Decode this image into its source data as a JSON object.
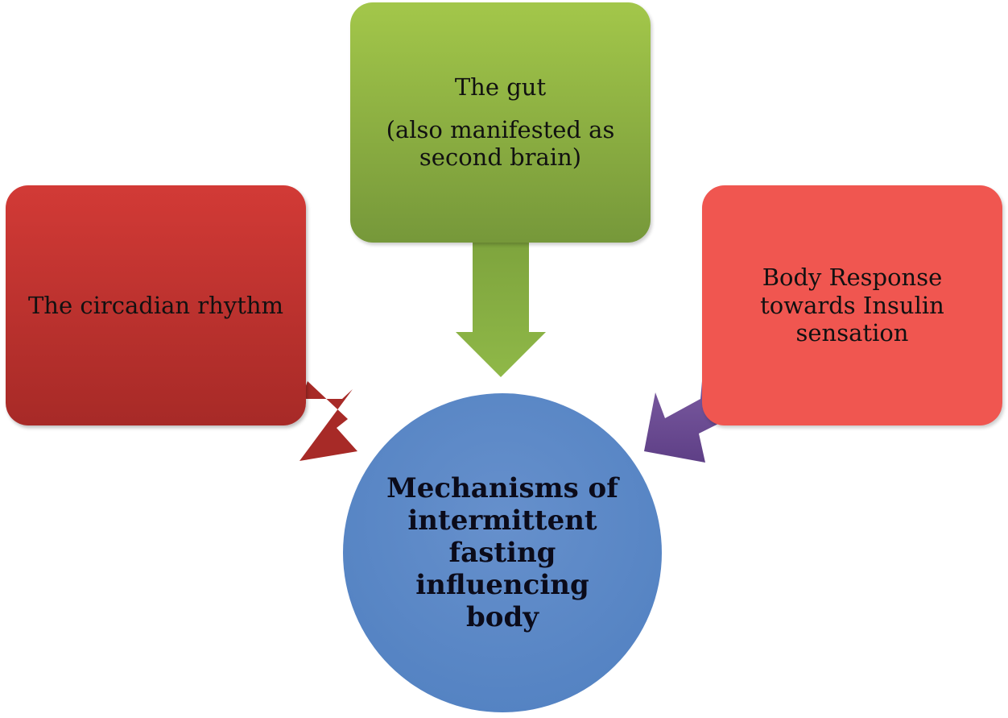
{
  "nodes": {
    "left": {
      "label": "The circadian rhythm",
      "color": "#c0322f"
    },
    "top": {
      "line1": "The gut",
      "line2": "(also manifested as second brain)",
      "color": "#8db540"
    },
    "right": {
      "label": "Body Response towards Insulin sensation",
      "color": "#f05650"
    },
    "center": {
      "label": "Mechanisms of intermittent fasting influencing body",
      "color": "#5b88c6"
    }
  },
  "arrows": {
    "left_color": "#a72a27",
    "top_color": "#8db540",
    "right_color": "#6a4a8e"
  }
}
